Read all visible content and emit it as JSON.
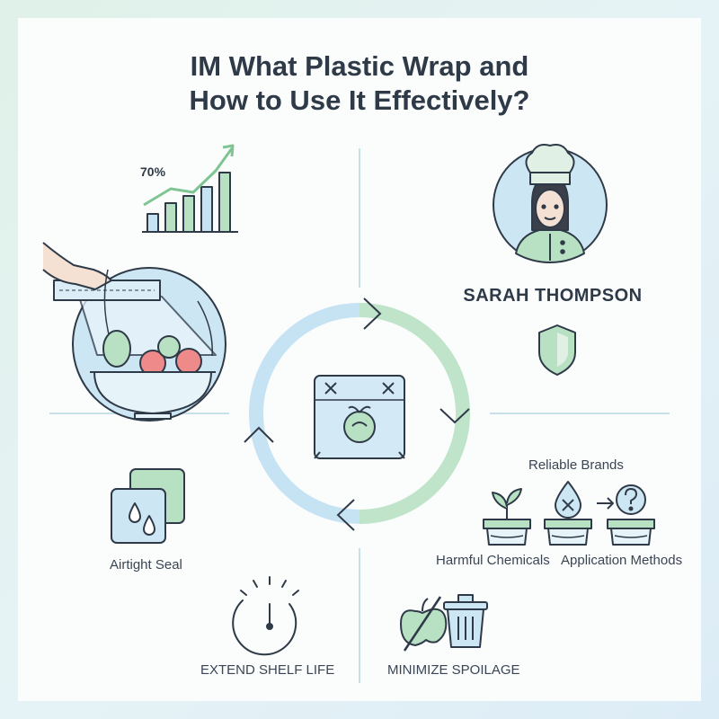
{
  "title": {
    "line1": "IM What Plastic Wrap and",
    "line2": "How to Use It Effectively?"
  },
  "stat": {
    "value": "70%"
  },
  "person": {
    "name": "SARAH THOMPSON"
  },
  "features": {
    "reliable_brands": "Reliable Brands",
    "airtight_seal": "Airtight Seal",
    "harmful_chemicals": "Harmful Chemicals",
    "application_methods": "Application Methods",
    "extend_shelf_life": "EXTEND SHELF LIFE",
    "minimize_spoilage": "MINIMIZE SPOILAGE"
  },
  "colors": {
    "green": "#a8d8b4",
    "blue": "#bcdcef",
    "outline": "#2f3a48",
    "background": "#fbfdfd"
  },
  "icons": [
    "growth-chart-icon",
    "chef-avatar",
    "shield-icon",
    "wrapped-bowl-icon",
    "cycle-icon",
    "wrapped-apple-icon",
    "droplet-seal-icon",
    "plant-container-icon",
    "chemical-drop-icon",
    "question-container-icon",
    "timer-icon",
    "no-waste-icon"
  ]
}
